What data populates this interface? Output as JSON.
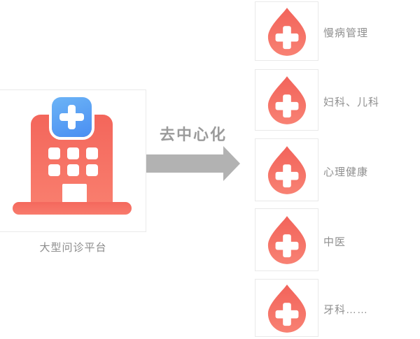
{
  "left_panel": {
    "label": "大型问诊平台",
    "icon": "hospital-icon"
  },
  "arrow": {
    "label": "去中心化",
    "color": "#b2b2b2",
    "direction": "right"
  },
  "items": [
    {
      "label": "慢病管理",
      "icon": "blood-drop-cross-icon"
    },
    {
      "label": "妇科、儿科",
      "icon": "blood-drop-cross-icon"
    },
    {
      "label": "心理健康",
      "icon": "blood-drop-cross-icon"
    },
    {
      "label": "中医",
      "icon": "blood-drop-cross-icon"
    },
    {
      "label": "牙科……",
      "icon": "blood-drop-cross-icon"
    }
  ],
  "colors": {
    "accent_red": "#f4695e",
    "accent_red_light": "#f88173",
    "accent_blue": "#4a8ef2",
    "accent_blue_light": "#6cb4f6",
    "arrow_gray": "#b2b2b2",
    "text_gray": "#8f8f8f",
    "border_gray": "#e9e9e9",
    "background": "#ffffff"
  }
}
